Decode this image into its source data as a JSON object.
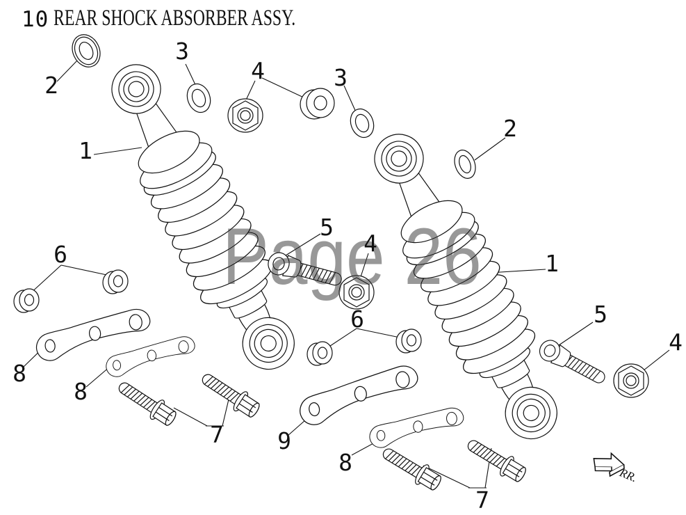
{
  "page": {
    "watermark": "Page 26"
  },
  "colors": {
    "background": "#ffffff",
    "line_art": "#000000",
    "watermark": "#989898"
  },
  "header": {
    "figure_number": "10",
    "title": "REAR SHOCK ABSORBER ASSY."
  },
  "direction": {
    "label": "RR."
  },
  "callouts": [
    {
      "id": "2-top-left",
      "label": "2"
    },
    {
      "id": "3-left",
      "label": "3"
    },
    {
      "id": "4-top",
      "label": "4"
    },
    {
      "id": "3-right",
      "label": "3"
    },
    {
      "id": "2-right",
      "label": "2"
    },
    {
      "id": "1-left",
      "label": "1"
    },
    {
      "id": "5-middle",
      "label": "5"
    },
    {
      "id": "4-middle",
      "label": "4"
    },
    {
      "id": "6-left",
      "label": "6"
    },
    {
      "id": "6-middle",
      "label": "6"
    },
    {
      "id": "8-left-upper",
      "label": "8"
    },
    {
      "id": "8-left-lower",
      "label": "8"
    },
    {
      "id": "7-left",
      "label": "7"
    },
    {
      "id": "9-middle",
      "label": "9"
    },
    {
      "id": "8-middle",
      "label": "8"
    },
    {
      "id": "7-middle",
      "label": "7"
    },
    {
      "id": "5-right",
      "label": "5"
    },
    {
      "id": "4-right",
      "label": "4"
    },
    {
      "id": "1-right",
      "label": "1"
    }
  ]
}
